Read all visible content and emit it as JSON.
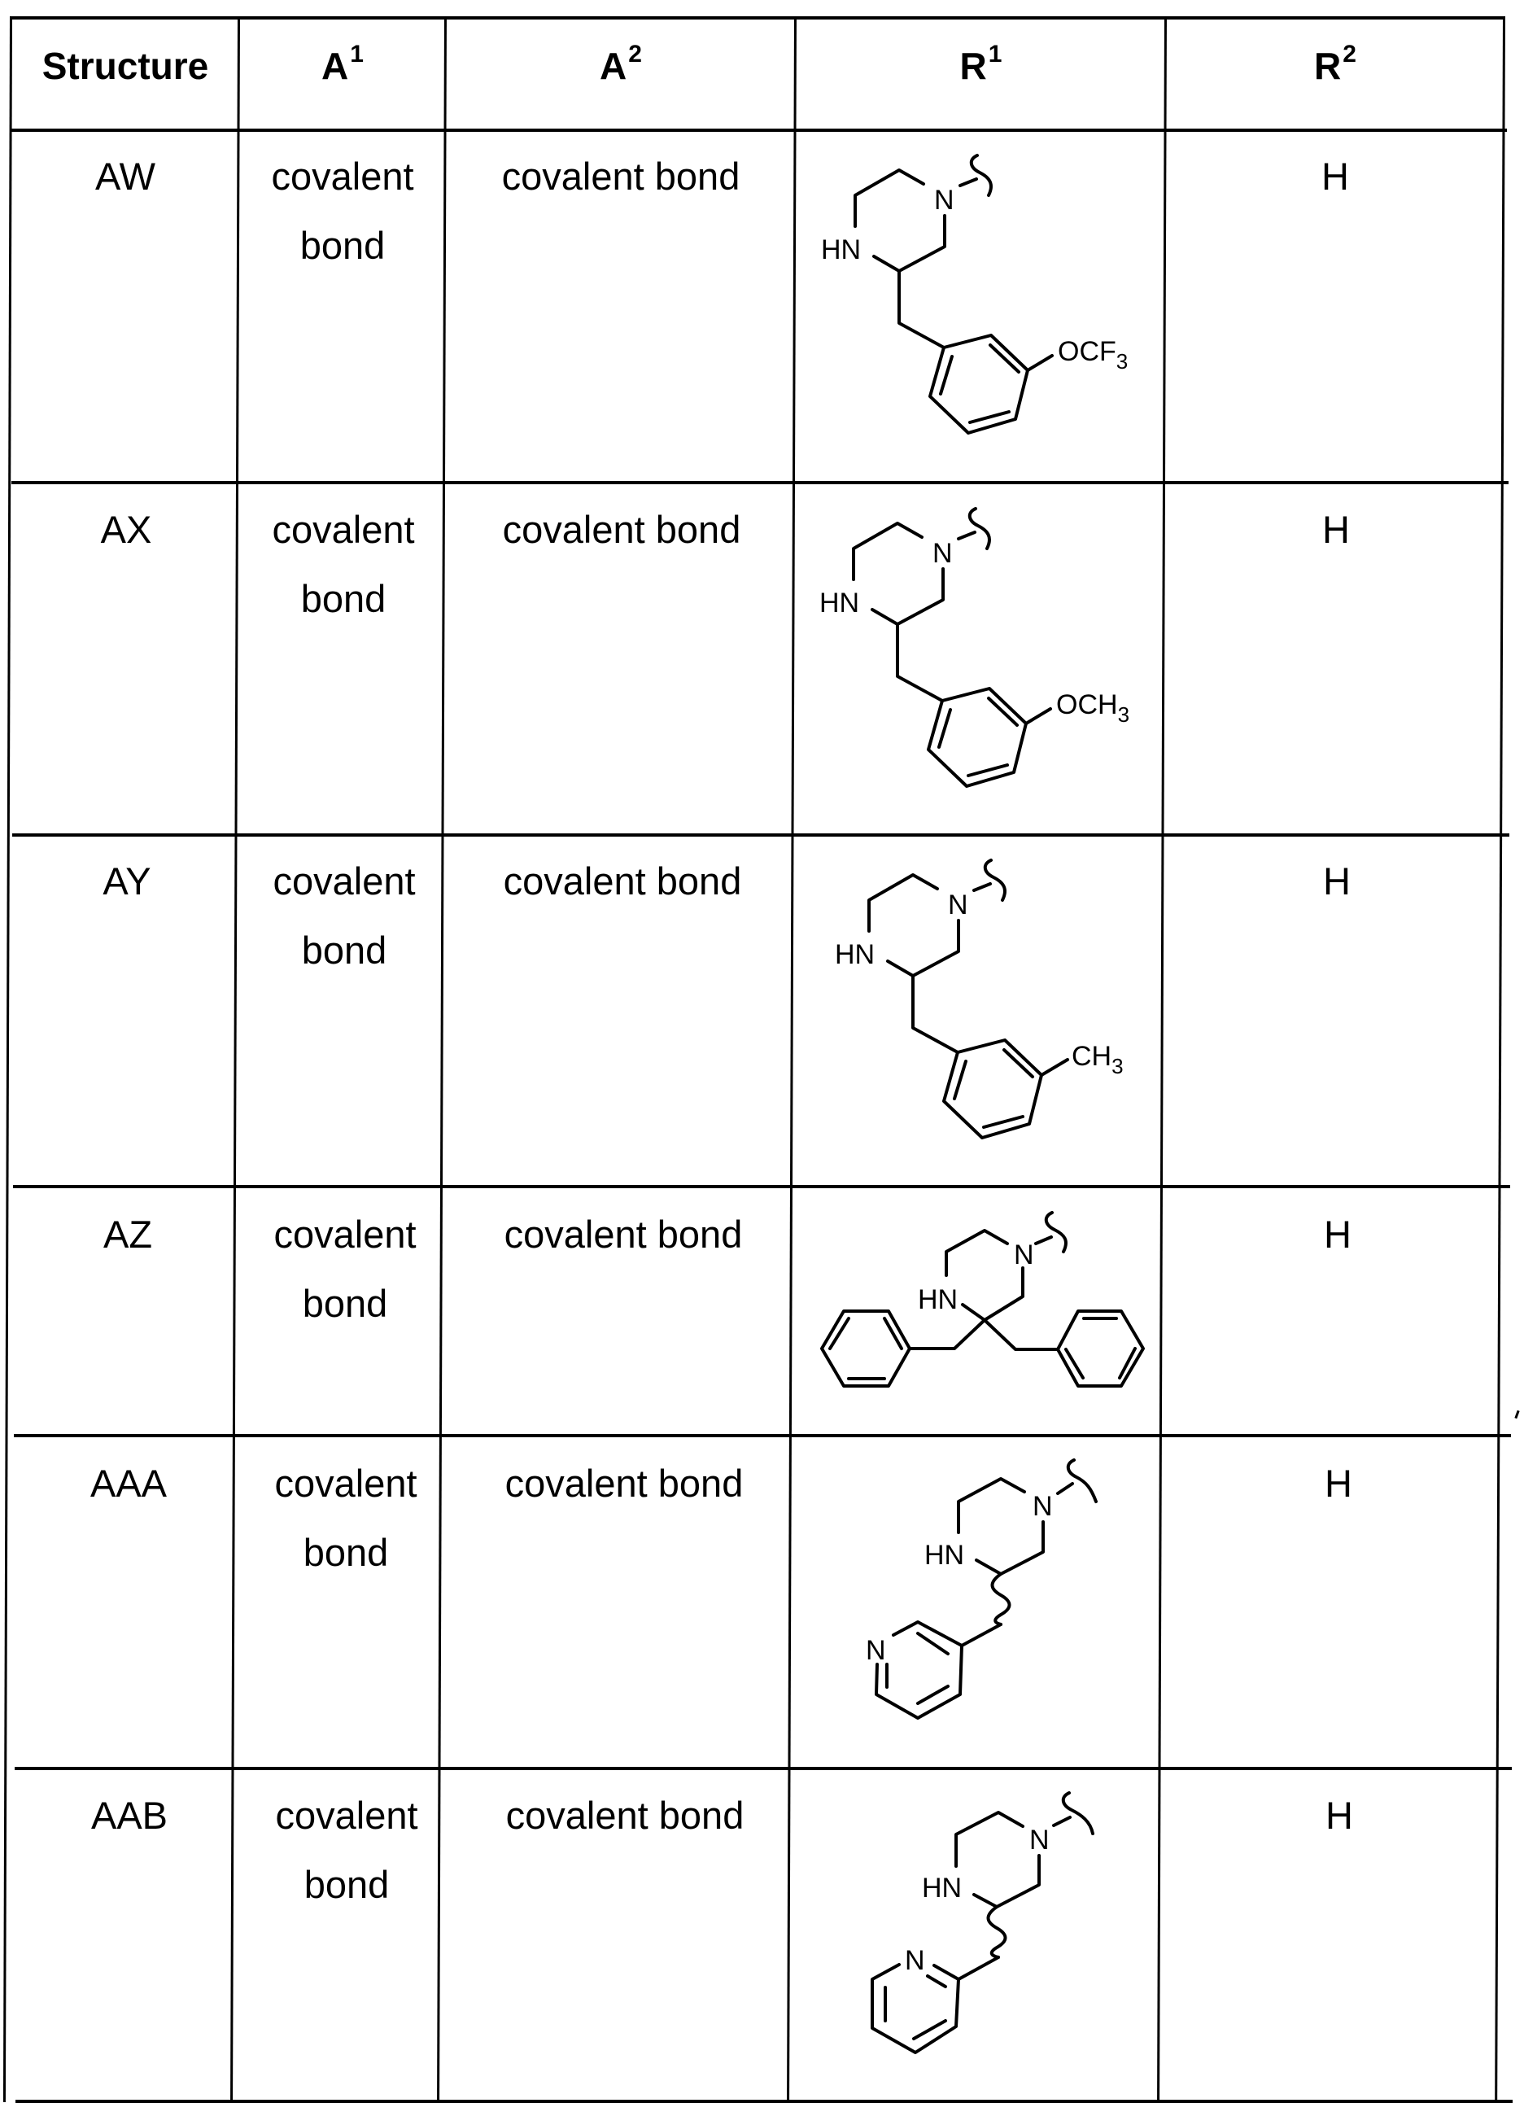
{
  "table": {
    "headers": [
      {
        "base": "Structure",
        "sup": ""
      },
      {
        "base": "A",
        "sup": "1"
      },
      {
        "base": "A",
        "sup": "2"
      },
      {
        "base": "R",
        "sup": "1"
      },
      {
        "base": "R",
        "sup": "2"
      }
    ],
    "rows": [
      {
        "structure": "AW",
        "a1_line1": "covalent",
        "a1_line2": "bond",
        "a2": "covalent bond",
        "r1": "3-[3-(trifluoromethoxy)benzyl]piperazin-1-yl",
        "r2": "H"
      },
      {
        "structure": "AX",
        "a1_line1": "covalent",
        "a1_line2": "bond",
        "a2": "covalent bond",
        "r1": "3-(3-methoxybenzyl)piperazin-1-yl",
        "r2": "H"
      },
      {
        "structure": "AY",
        "a1_line1": "covalent",
        "a1_line2": "bond",
        "a2": "covalent bond",
        "r1": "3-(3-methylbenzyl)piperazin-1-yl",
        "r2": "H"
      },
      {
        "structure": "AZ",
        "a1_line1": "covalent",
        "a1_line2": "bond",
        "a2": "covalent bond",
        "r1": "3,3-dibenzylpiperazin-1-yl",
        "r2": "H"
      },
      {
        "structure": "AAA",
        "a1_line1": "covalent",
        "a1_line2": "bond",
        "a2": "covalent bond",
        "r1": "3-(pyridin-3-ylmethyl)piperazin-1-yl",
        "r2": "H"
      },
      {
        "structure": "AAB",
        "a1_line1": "covalent",
        "a1_line2": "bond",
        "a2": "covalent bond",
        "r1": "3-(pyridin-2-ylmethyl)piperazin-1-yl",
        "r2": "H"
      }
    ]
  },
  "structure_labels": {
    "hn": "HN",
    "n": "N",
    "aw_sub_main": "OCF",
    "aw_sub_index": "3",
    "ax_sub_main": "OCH",
    "ax_sub_index": "3",
    "ay_sub_main": "CH",
    "ay_sub_index": "3"
  }
}
